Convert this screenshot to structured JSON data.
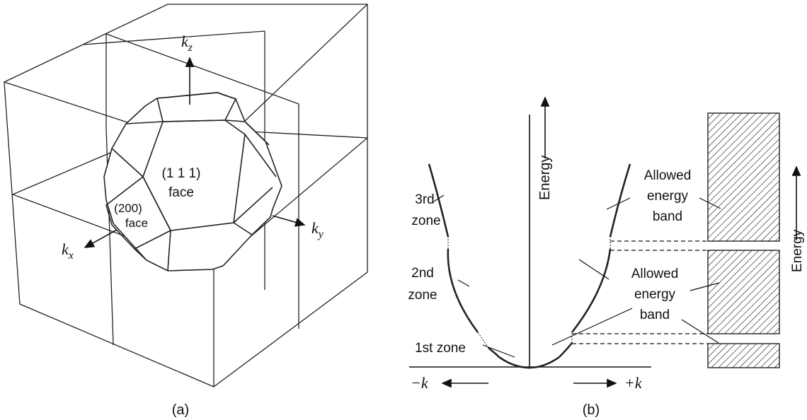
{
  "panel_a": {
    "caption": "(a)",
    "axis_kz": "k",
    "axis_kz_sub": "z",
    "axis_ky": "k",
    "axis_ky_sub": "y",
    "axis_kx": "k",
    "axis_kx_sub": "x",
    "face_111_line1": "(1 1 1)",
    "face_111_line2": "face",
    "face_200_line1": "(200)",
    "face_200_line2": "face"
  },
  "panel_b": {
    "caption": "(b)",
    "energy_axis_label": "Energy",
    "right_energy_label": "Energy",
    "neg_k": "−k",
    "pos_k": "+k",
    "zone3_line1": "3rd",
    "zone3_line2": "zone",
    "zone2_line1": "2nd",
    "zone2_line2": "zone",
    "zone1": "1st zone",
    "band_top_line1": "Allowed",
    "band_top_line2": "energy",
    "band_top_line3": "band",
    "band_mid_line1": "Allowed",
    "band_mid_line2": "energy",
    "band_mid_line3": "band"
  }
}
